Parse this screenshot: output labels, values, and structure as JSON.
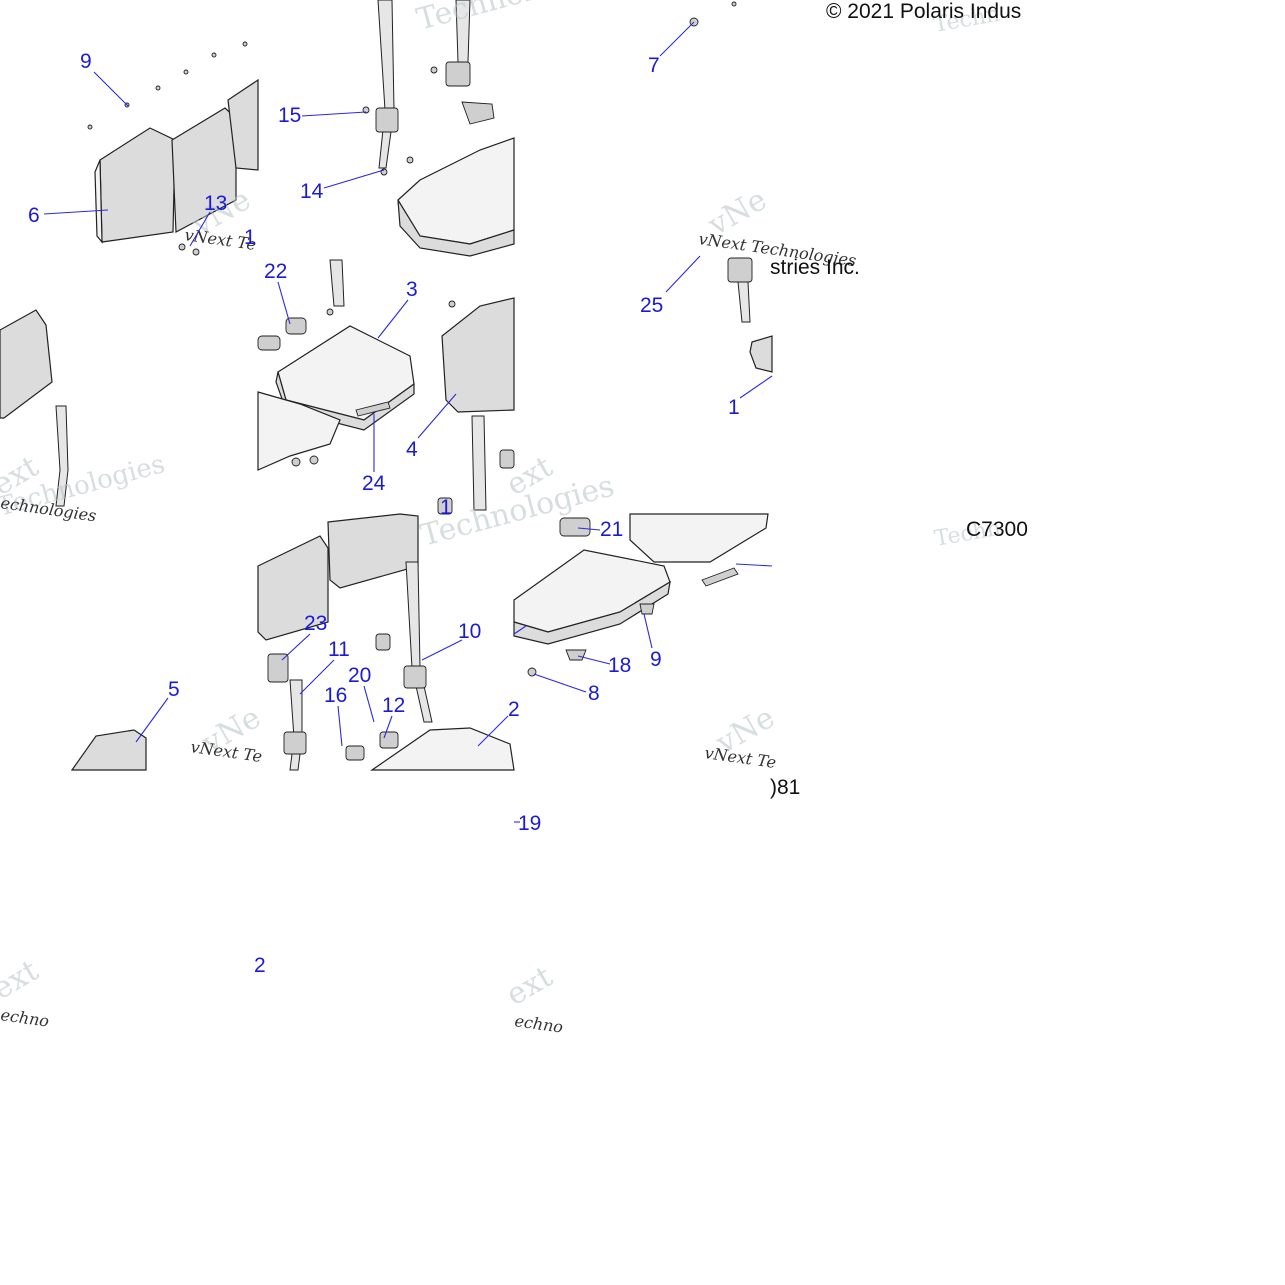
{
  "diagram": {
    "copyright_text": "© 2021 Polaris Indus",
    "copyright_fragment": "stries Inc.",
    "figure_code": "C7300",
    "figure_code_fragment": ")81",
    "watermark_brand": "vNext Technologies",
    "callouts": [
      "9",
      "6",
      "13",
      "15",
      "14",
      "7",
      "22",
      "3",
      "4",
      "24",
      "25",
      "1",
      "23",
      "11",
      "5",
      "10",
      "20",
      "16",
      "12",
      "2",
      "21",
      "18",
      "9",
      "8",
      "19",
      "2",
      "1",
      "1"
    ]
  }
}
